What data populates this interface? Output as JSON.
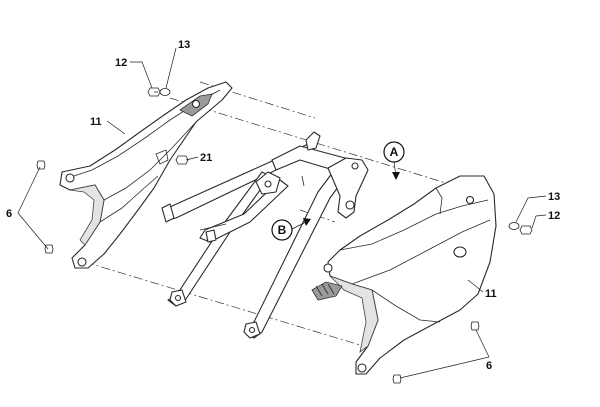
{
  "labels": {
    "left_bolt_12": "12",
    "left_washer_13": "13",
    "left_cover_11": "11",
    "left_part_21": "21",
    "left_screws_6": "6",
    "right_washer_13": "13",
    "right_bolt_12": "12",
    "right_cover_11": "11",
    "right_screws_6": "6"
  },
  "callouts": {
    "view_a": "A",
    "view_b": "B"
  }
}
